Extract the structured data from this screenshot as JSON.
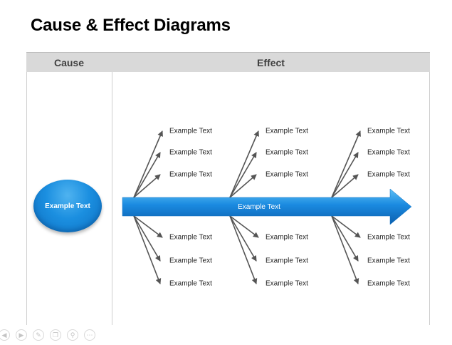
{
  "title": "Cause & Effect Diagrams",
  "header": {
    "cause": "Cause",
    "effect": "Effect"
  },
  "cause_shape": {
    "label": "Example Text"
  },
  "main_arrow": {
    "label": "Example Text"
  },
  "branch_groups": [
    {
      "upper": [
        "Example Text",
        "Example Text",
        "Example Text"
      ],
      "lower": [
        "Example Text",
        "Example Text",
        "Example Text"
      ]
    },
    {
      "upper": [
        "Example Text",
        "Example Text",
        "Example Text"
      ],
      "lower": [
        "Example Text",
        "Example Text",
        "Example Text"
      ]
    },
    {
      "upper": [
        "Example Text",
        "Example Text",
        "Example Text"
      ],
      "lower": [
        "Example Text",
        "Example Text",
        "Example Text"
      ]
    }
  ],
  "colors": {
    "accent": "#1a8ae0",
    "header_bg": "#d9d9d9",
    "branch": "#555555"
  },
  "toolbar": [
    "previous-icon",
    "next-icon",
    "pen-icon",
    "copy-icon",
    "zoom-icon",
    "more-icon"
  ]
}
